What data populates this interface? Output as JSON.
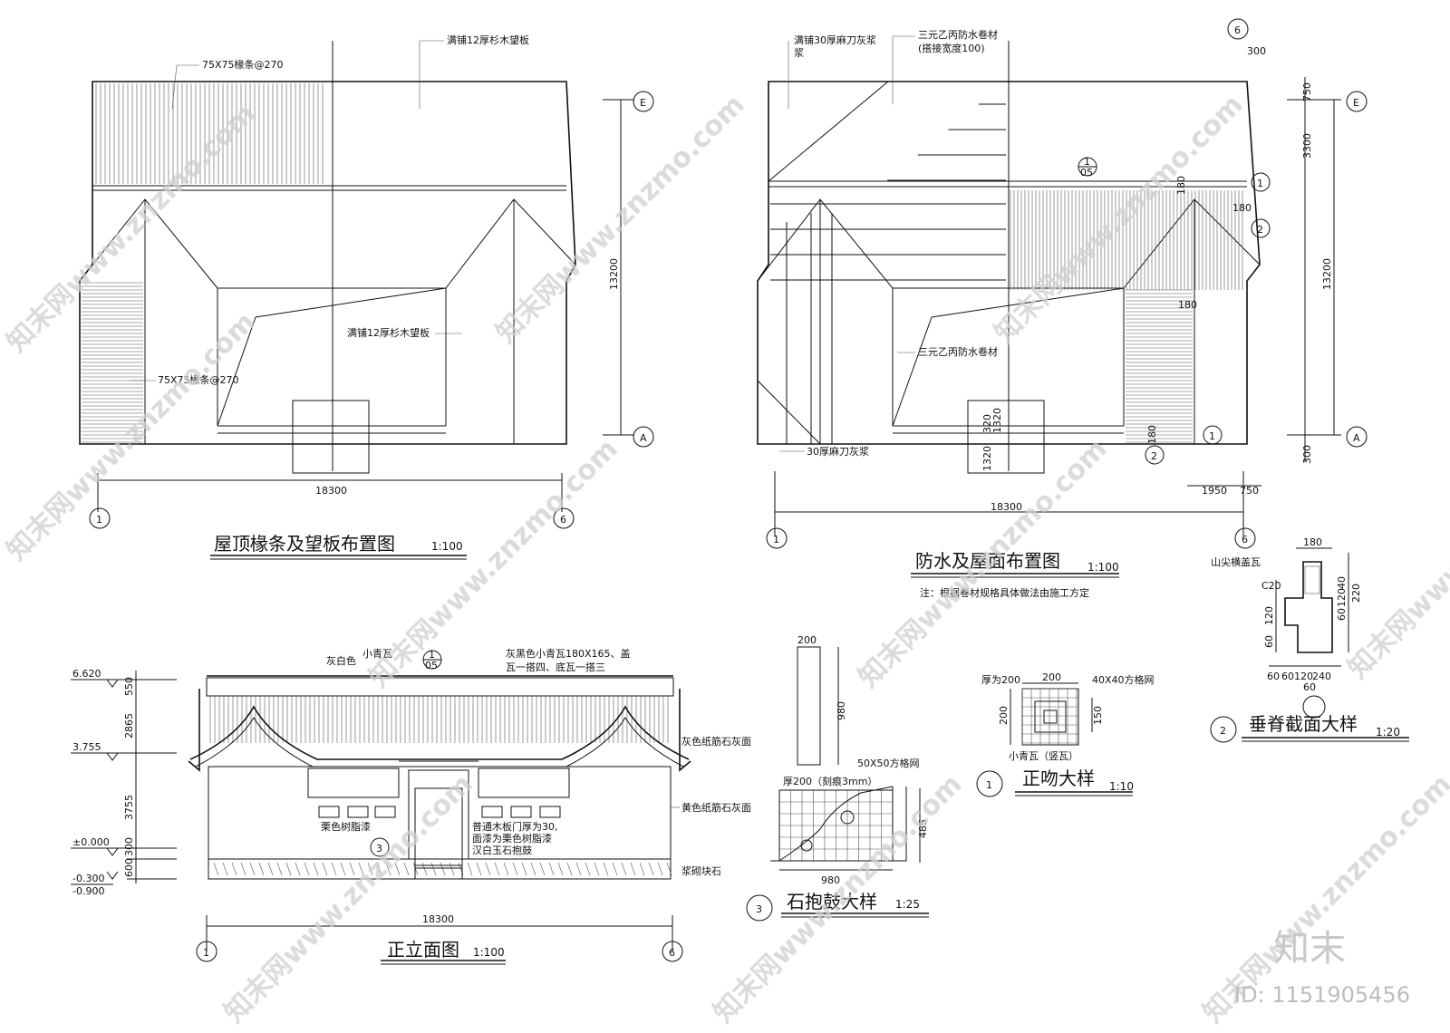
{
  "drawings": {
    "roof_rafter_plan": {
      "title": "屋顶椽条及望板布置图",
      "scale": "1:100",
      "labels": [
        "满铺12厚杉木望板",
        "75X75椽条@270",
        "满铺12厚杉木望板",
        "75X75椽条@270"
      ],
      "dim_width": "18300",
      "dim_depth": "13200",
      "axis_left": "1",
      "axis_right": "6",
      "axis_top": "E",
      "axis_bottom": "A"
    },
    "waterproof_plan": {
      "title": "防水及屋面布置图",
      "scale": "1:100",
      "note": "注：根据卷材规格具体做法由施工方定",
      "labels": [
        "满铺30厚麻刀灰浆",
        "三元乙丙防水卷材",
        "(搭接宽度100)",
        "三元乙丙防水卷材",
        "30厚麻刀灰浆"
      ],
      "dim_width": "18300",
      "dim_depth": "13200",
      "dims_right": [
        "750",
        "3300",
        "300"
      ],
      "dims_misc": [
        "300",
        "180",
        "180",
        "180",
        "180",
        "1320",
        "320",
        "1320",
        "1950",
        "750"
      ],
      "axis_left": "1",
      "axis_right": "6",
      "axis_top": "E",
      "axis_bottom": "A",
      "detail_refs": [
        {
          "num": "1",
          "sheet": "05"
        },
        {
          "num": "1",
          "sheet": ""
        },
        {
          "num": "2",
          "sheet": ""
        },
        {
          "num": "1",
          "sheet": ""
        },
        {
          "num": "2",
          "sheet": ""
        }
      ]
    },
    "front_elevation": {
      "title": "正立面图",
      "scale": "1:100",
      "levels": [
        "6.620",
        "3.755",
        "±0.000",
        "-0.300",
        "-0.900"
      ],
      "dims_vertical": [
        "550",
        "2865",
        "3755",
        "300",
        "600"
      ],
      "labels": [
        "灰白色",
        "小青瓦",
        "灰黑色小青瓦180X165、盖",
        "瓦一搭四、底瓦一搭三",
        "灰色纸筋石灰面",
        "黄色纸筋石灰面",
        "栗色树脂漆",
        "普通木板门厚为30,",
        "面漆为栗色树脂漆",
        "汉白玉石抱鼓",
        "浆砌块石"
      ],
      "detail_ref": {
        "num": "1",
        "sheet": "05"
      },
      "detail_ref_bottom": "3",
      "dim_width": "18300",
      "axis_left": "1",
      "axis_right": "6"
    },
    "stone_drum_detail": {
      "title": "石抱鼓大样",
      "scale": "1:25",
      "num": "3",
      "dims": [
        "200",
        "980",
        "485",
        "980"
      ],
      "labels": [
        "厚200（刻痕3mm）",
        "50X50方格网"
      ]
    },
    "ridge_ornament_detail": {
      "title": "正吻大样",
      "scale": "1:10",
      "num": "1",
      "dims": [
        "200",
        "200",
        "150"
      ],
      "labels": [
        "厚为200",
        "40X40方格网",
        "小青瓦（竖瓦）"
      ]
    },
    "ridge_section_detail": {
      "title": "垂脊截面大样",
      "scale": "1:20",
      "num": "2",
      "dims": [
        "180",
        "40",
        "120",
        "60",
        "220",
        "120",
        "60",
        "60",
        "60",
        "120",
        "240",
        "60"
      ],
      "labels": [
        "山尖横盖瓦",
        "C20"
      ]
    }
  },
  "watermark": {
    "text": "知末网www.znzmo.com",
    "brand": "知末",
    "id_text": "ID: 1151905456"
  }
}
